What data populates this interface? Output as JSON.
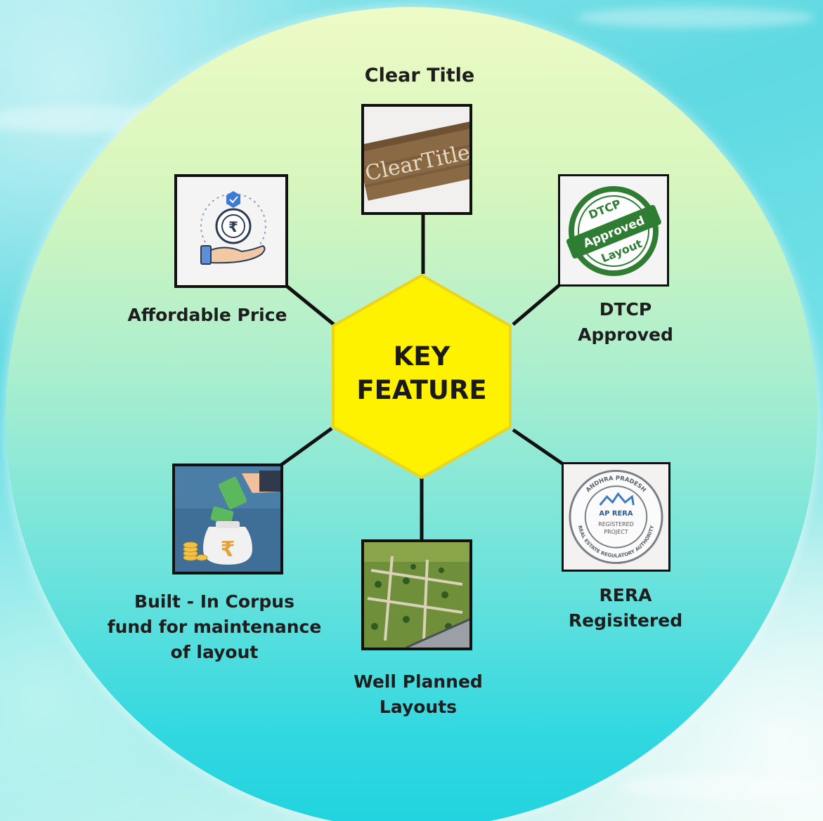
{
  "center": {
    "line1": "KEY",
    "line2": "FEATURE"
  },
  "features": {
    "clear_title": {
      "label": "Clear Title",
      "sign_text": "ClearTitle",
      "icon": "wooden-sign-image"
    },
    "dtcp": {
      "label_line1": "DTCP",
      "label_line2": "Approved",
      "stamp_top": "DTCP",
      "stamp_band": "Approved",
      "stamp_bottom": "Layout",
      "icon": "approval-stamp"
    },
    "rera": {
      "label_line1": "RERA",
      "label_line2": "Regisitered",
      "seal_ring_top": "ANDHRA PRADESH",
      "seal_ring_bottom": "REAL ESTATE REGULATORY AUTHORITY",
      "seal_title": "AP RERA",
      "seal_line1": "REGISTERED",
      "seal_line2": "PROJECT",
      "icon": "rera-seal"
    },
    "layouts": {
      "label_line1": "Well Planned",
      "label_line2": "Layouts",
      "icon": "aerial-layout-image"
    },
    "corpus": {
      "label_line1": "Built - In Corpus",
      "label_line2": "fund for maintenance",
      "label_line3": "of layout",
      "icon": "money-bag-image"
    },
    "affordable": {
      "label": "Affordable Price",
      "icon": "rupee-hand-icon"
    }
  },
  "colors": {
    "hexagon": "#fff200",
    "hexagon_edge": "#f2e21a",
    "connector": "#111111",
    "stamp_green": "#2e7d32"
  }
}
